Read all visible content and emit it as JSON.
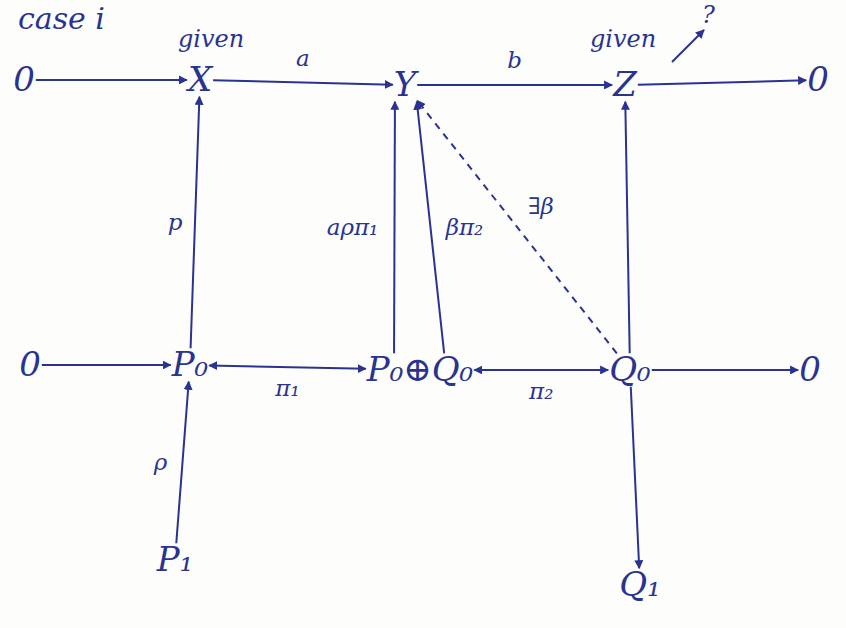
{
  "diagram": {
    "nodes": [
      {
        "text": [
          "0"
        ]
      },
      {
        "text": [
          "X"
        ]
      },
      {
        "text": [
          "Y"
        ]
      },
      {
        "text": [
          "Z"
        ]
      },
      {
        "text": [
          "0"
        ]
      },
      {
        "text": [
          "0"
        ]
      },
      {
        "text": [
          "P₀"
        ]
      },
      {
        "text": [
          "P₀⊕Q₀"
        ]
      },
      {
        "text": [
          "Q₀"
        ]
      },
      {
        "text": [
          "0"
        ]
      },
      {
        "text": [
          "P₁"
        ]
      },
      {
        "text": [
          "Q₁"
        ]
      }
    ],
    "edges": [
      {
        "from": 0,
        "to": 1,
        "arrow": "to"
      },
      {
        "from": 1,
        "to": 2,
        "label": "a",
        "arrow": "to"
      },
      {
        "from": 2,
        "to": 3,
        "label": "b",
        "arrow": "to"
      },
      {
        "from": 3,
        "to": 4,
        "arrow": "to"
      },
      {
        "from": 5,
        "to": 6,
        "arrow": "to"
      },
      {
        "from": 6,
        "to": 7,
        "label": "π₁",
        "arrow": "both"
      },
      {
        "from": 7,
        "to": 8,
        "label": "π₂",
        "arrow": "both"
      },
      {
        "from": 8,
        "to": 9,
        "arrow": "to"
      },
      {
        "from": 6,
        "to": 1,
        "label": "p",
        "arrow": "to"
      },
      {
        "from": 10,
        "to": 6,
        "label": "ρ",
        "arrow": "to"
      },
      {
        "from": 7,
        "to": 2,
        "label": "aρπ₁",
        "arrow": "to"
      },
      {
        "from": 7,
        "to": 2,
        "label": "βπ₂",
        "arrow": "to"
      },
      {
        "from": 8,
        "to": 2,
        "label": "∃β",
        "arrow": "to"
      },
      {
        "from": 8,
        "to": 3,
        "arrow": "to"
      },
      {
        "from": 8,
        "to": 11,
        "arrow": "to"
      }
    ],
    "labels": [
      "case i",
      "given",
      "given",
      "?"
    ]
  }
}
